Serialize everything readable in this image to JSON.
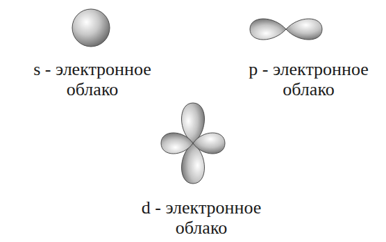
{
  "diagram": {
    "labels": [
      "s - электронное облако",
      "p - электронное облако",
      "d - электронное облако"
    ]
  }
}
